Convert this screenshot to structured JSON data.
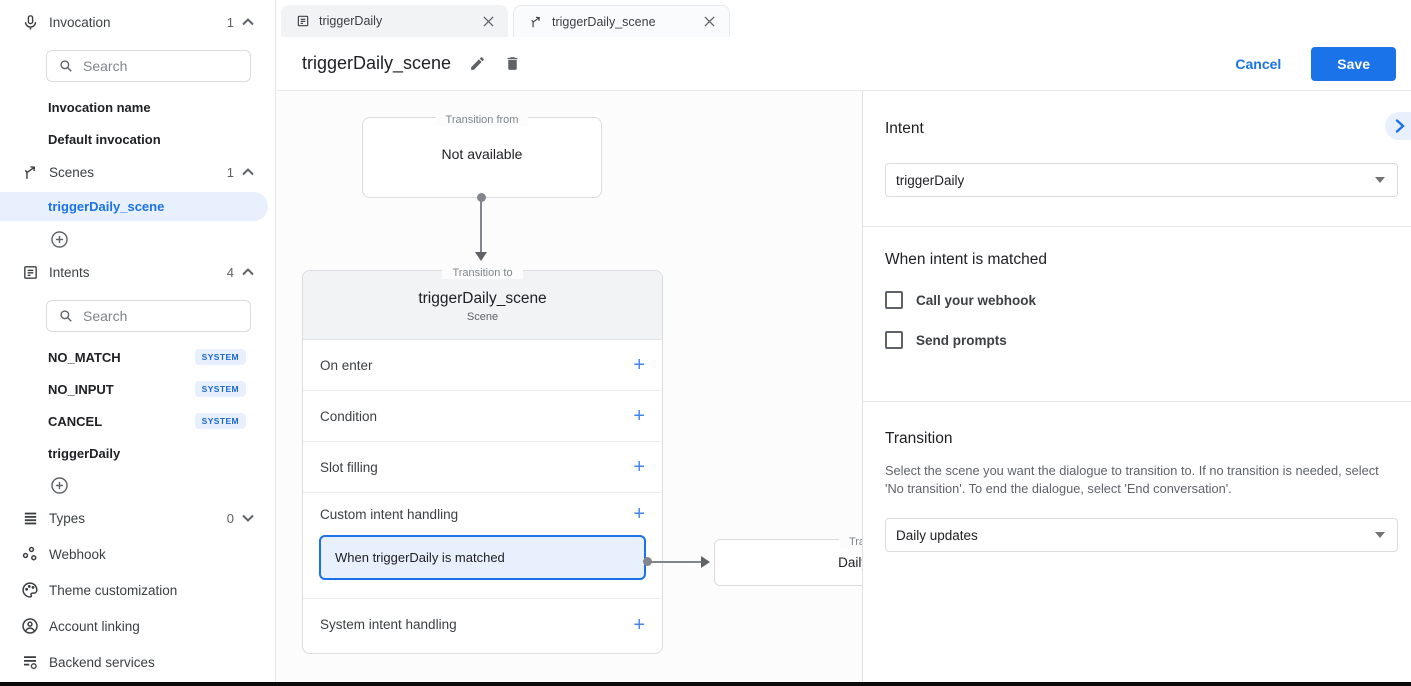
{
  "colors": {
    "accent": "#1a73e8",
    "accent_light": "#e8f0fe",
    "badge_text": "#1967d2",
    "border": "#dadce0",
    "scene_header_bg": "#f1f3f4"
  },
  "sidebar": {
    "invocation": {
      "label": "Invocation",
      "count": "1",
      "search_placeholder": "Search",
      "items": [
        {
          "label": "Invocation name"
        },
        {
          "label": "Default invocation"
        }
      ]
    },
    "scenes": {
      "label": "Scenes",
      "count": "1",
      "selected_item": "triggerDaily_scene"
    },
    "intents": {
      "label": "Intents",
      "count": "4",
      "search_placeholder": "Search",
      "items": [
        {
          "label": "NO_MATCH",
          "badge": "SYSTEM"
        },
        {
          "label": "NO_INPUT",
          "badge": "SYSTEM"
        },
        {
          "label": "CANCEL",
          "badge": "SYSTEM"
        },
        {
          "label": "triggerDaily",
          "badge": ""
        }
      ]
    },
    "types": {
      "label": "Types",
      "count": "0"
    },
    "links": [
      {
        "label": "Webhook"
      },
      {
        "label": "Theme customization"
      },
      {
        "label": "Account linking"
      },
      {
        "label": "Backend services"
      }
    ]
  },
  "tabs": [
    {
      "label": "triggerDaily"
    },
    {
      "label": "triggerDaily_scene"
    }
  ],
  "header": {
    "title": "triggerDaily_scene",
    "cancel_label": "Cancel",
    "save_label": "Save"
  },
  "canvas": {
    "transition_from": {
      "legend": "Transition from",
      "body": "Not available"
    },
    "scene_card": {
      "legend": "Transition to",
      "title": "triggerDaily_scene",
      "subtitle": "Scene",
      "rows": [
        "On enter",
        "Condition",
        "Slot filling"
      ],
      "custom_intent_row": "Custom intent handling",
      "matched_handler": "When triggerDaily is matched",
      "system_intent_row": "System intent handling",
      "add_label": "+"
    },
    "target_card": {
      "legend": "Transition to",
      "body": "Daily updates"
    }
  },
  "panel": {
    "intent": {
      "heading": "Intent",
      "value": "triggerDaily"
    },
    "matched": {
      "heading": "When intent is matched",
      "checkboxes": [
        {
          "label": "Call your webhook",
          "checked": false
        },
        {
          "label": "Send prompts",
          "checked": false
        }
      ]
    },
    "transition": {
      "heading": "Transition",
      "description": "Select the scene you want the dialogue to transition to. If no transition is needed, select 'No transition'. To end the dialogue, select 'End conversation'.",
      "value": "Daily updates"
    }
  }
}
